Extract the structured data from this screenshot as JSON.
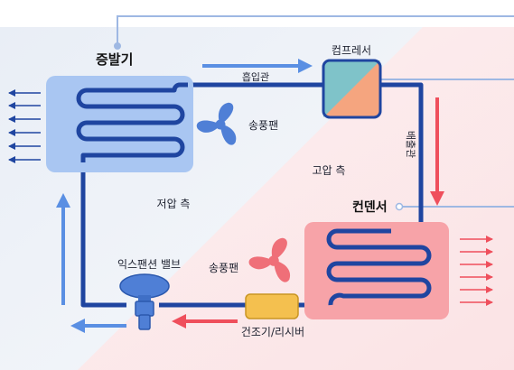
{
  "labels": {
    "evaporator": "증발기",
    "suction_line": "흡입관",
    "compressor": "컴프레서",
    "discharge_line": "배출관",
    "condenser": "컨덴서",
    "fan_top": "송풍팬",
    "fan_bottom": "송풍팬",
    "low_side": "저압 측",
    "high_side": "고압 측",
    "expansion_valve": "익스팬션 밸브",
    "drier_receiver": "건조기/리시버"
  },
  "colors": {
    "pipe": "#1f45a0",
    "cold_coil_bg": "#a9c6f2",
    "hot_coil_bg": "#f7a3a8",
    "cold_arrow": "#5a8fe3",
    "hot_arrow": "#ef4f5c",
    "compressor_left": "#7fc3c9",
    "compressor_right": "#f5a57f",
    "drier": "#f4c04f",
    "valve": "#4f7fd6",
    "leader_line": "#9eb8e3"
  },
  "icons": [
    "fan-icon",
    "flow-arrow-icon",
    "air-flow-arrow-icon"
  ]
}
